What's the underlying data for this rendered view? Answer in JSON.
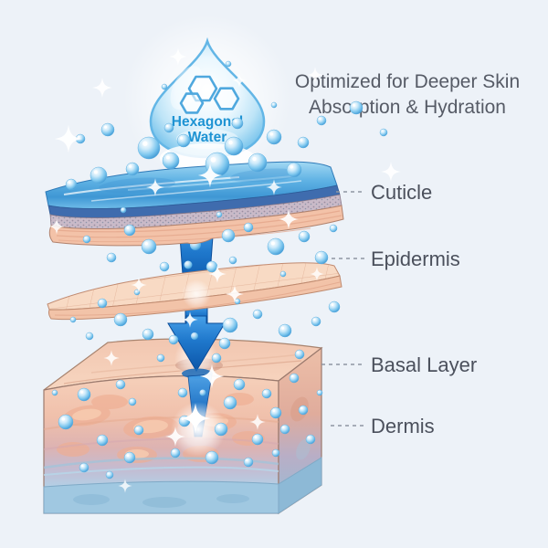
{
  "title": {
    "line1": "Optimized for Deeper Skin",
    "line2": "Absorption & Hydration"
  },
  "droplet": {
    "line1": "Hexagonal",
    "line2": "Water"
  },
  "layer_labels": [
    {
      "text": "Cuticle"
    },
    {
      "text": "Epidermis"
    },
    {
      "text": "Basal Layer"
    },
    {
      "text": "Dermis"
    }
  ],
  "colors": {
    "background": "#edf2f8",
    "title_text": "#565b66",
    "label_text": "#4b505c",
    "leader_line": "#8e96a2",
    "droplet_text": "#1e93d3",
    "water_blue": "#4f9fd8",
    "arrow_blue": "#1266bd",
    "skin_peach": "#f4c9b2",
    "dermis_blue": "#a4cbe2"
  }
}
